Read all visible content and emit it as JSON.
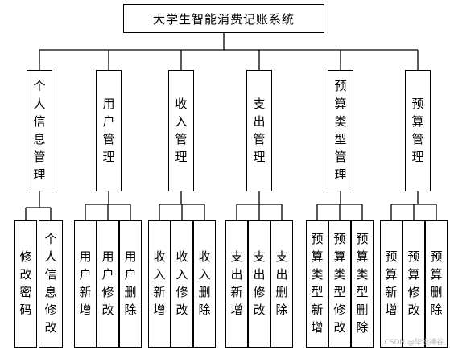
{
  "root": {
    "title": "大学生智能消费记账系统"
  },
  "modules": [
    {
      "label": "个人信息管理",
      "children": [
        "修改密码",
        "个人信息修改"
      ]
    },
    {
      "label": "用户管理",
      "children": [
        "用户新增",
        "用户修改",
        "用户删除"
      ]
    },
    {
      "label": "收入管理",
      "children": [
        "收入新增",
        "收入修改",
        "收入删除"
      ]
    },
    {
      "label": "支出管理",
      "children": [
        "支出新增",
        "支出修改",
        "支出删除"
      ]
    },
    {
      "label": "预算类型管理",
      "children": [
        "预算类型新增",
        "预算类型修改",
        "预算类型删除"
      ]
    },
    {
      "label": "预算管理",
      "children": [
        "预算新增",
        "预算修改",
        "预算删除"
      ]
    }
  ],
  "watermark": "CSDN @毕设神谷"
}
